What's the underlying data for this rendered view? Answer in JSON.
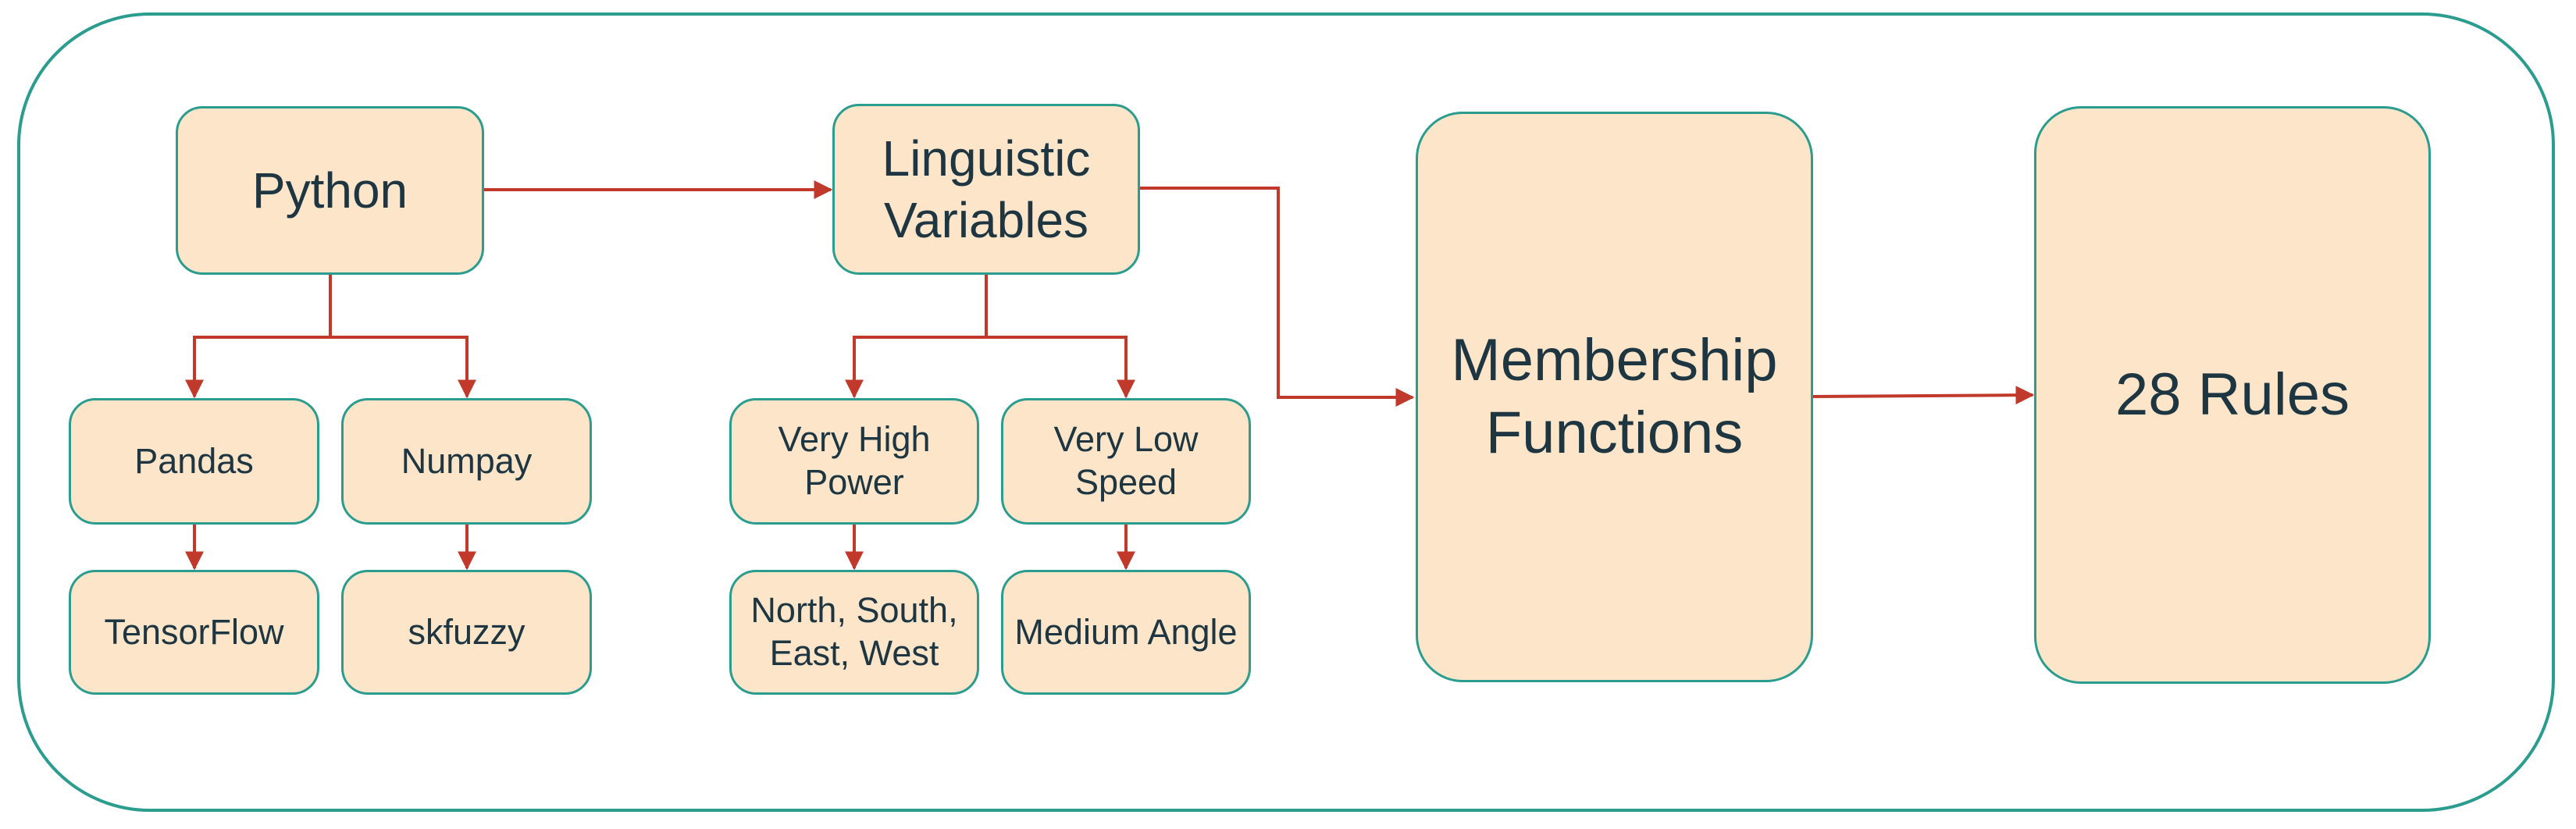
{
  "nodes": {
    "python": "Python",
    "linguistic": "Linguistic Variables",
    "membership": "Membership Functions",
    "rules": "28 Rules",
    "pandas": "Pandas",
    "numpay": "Numpay",
    "tensorflow": "TensorFlow",
    "skfuzzy": "skfuzzy",
    "very_high_power": "Very High Power",
    "very_low_speed": "Very Low Speed",
    "directions": "North, South, East, West",
    "medium_angle": "Medium Angle"
  },
  "colors": {
    "node_fill": "#fce5c8",
    "node_border": "#2a9d8f",
    "arrow": "#c0392b",
    "text": "#1d3642"
  }
}
